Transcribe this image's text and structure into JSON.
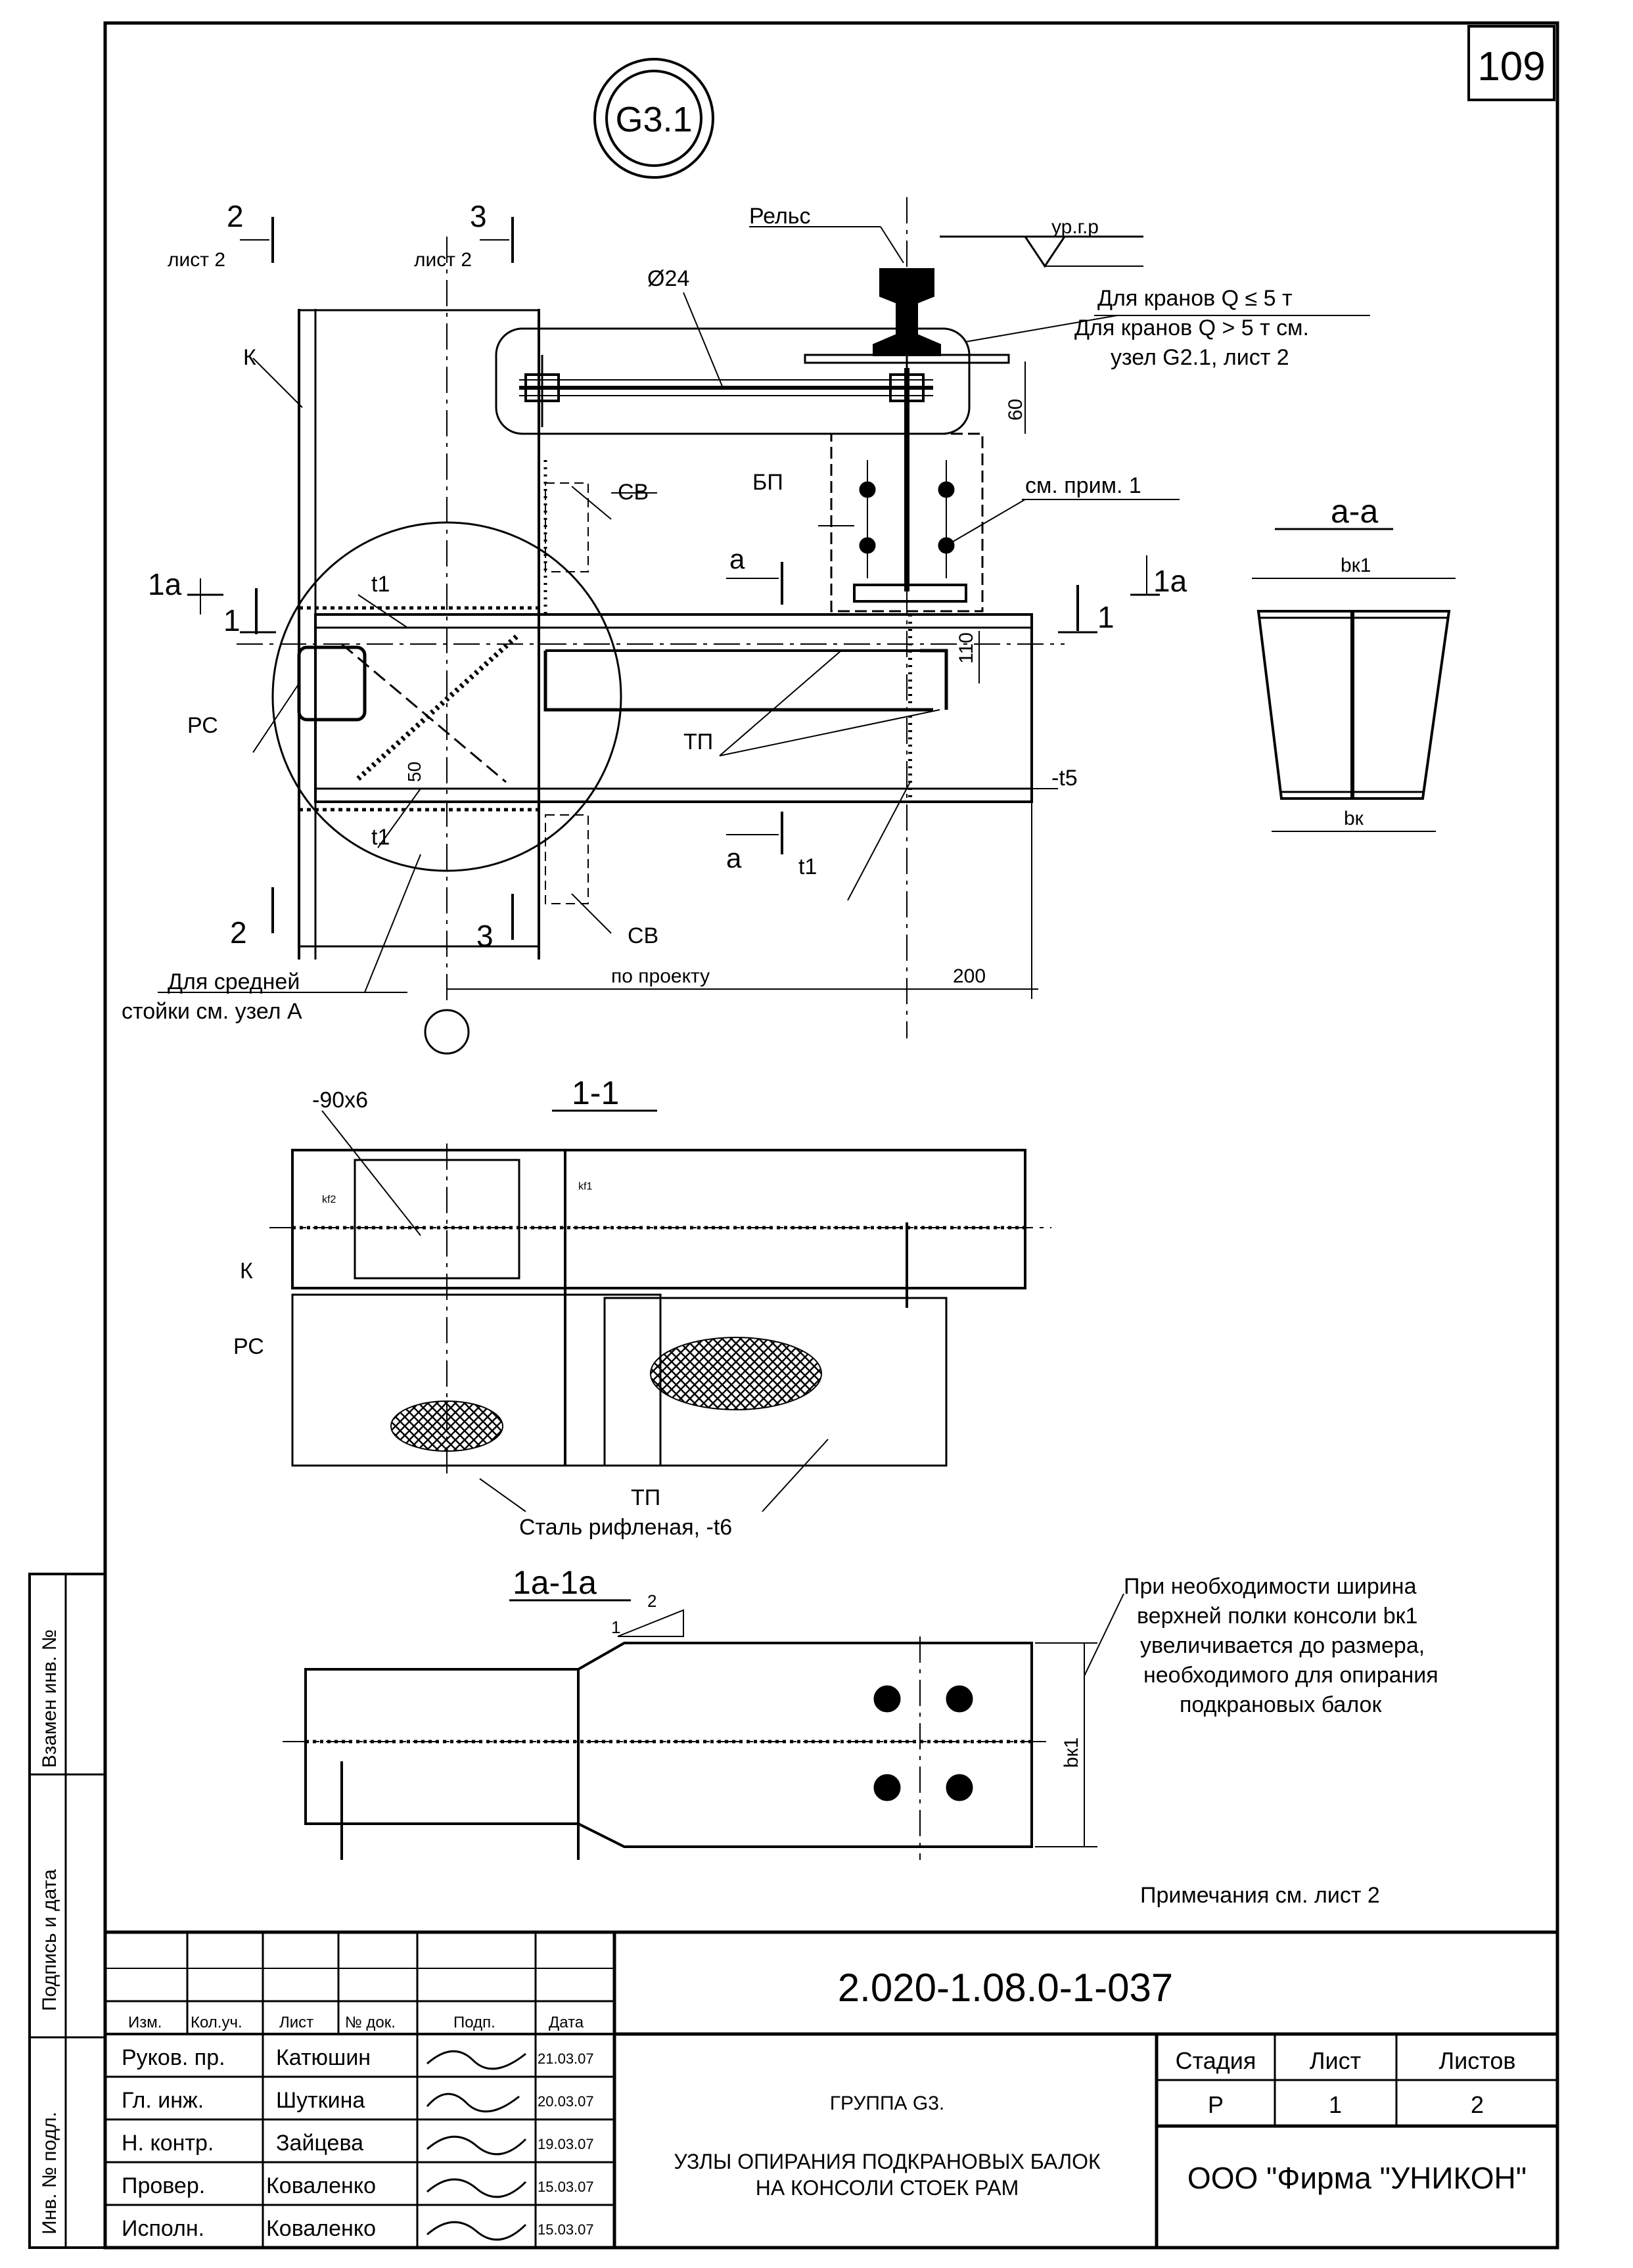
{
  "sheet": {
    "page_number": "109",
    "node_mark": "G3.1",
    "document_code": "2.020-1.08.0-1-037",
    "notes_ref": "Примечания см. лист 2"
  },
  "main_view": {
    "rail_label": "Рельс",
    "rail_level": "ур.г.р",
    "bolt_diameter": "Ø24",
    "crane_note_1": "Для кранов Q ≤ 5 т",
    "crane_note_2": "Для кранов Q > 5 т см.",
    "crane_note_3": "узел G2.1, лист 2",
    "dim_60": "60",
    "dim_110": "110",
    "dim_50": "50",
    "dim_200": "200",
    "dim_project": "по проекту",
    "label_K": "К",
    "label_SV_top": "СВ",
    "label_SV_bottom": "СВ",
    "label_BP": "БП",
    "label_see_note": "см. прим. 1",
    "label_t1_top": "t1",
    "label_t1_mid": "t1",
    "label_t1_bottom": "t1",
    "label_RS": "РС",
    "label_TP": "ТП",
    "label_t5": "-t5",
    "section_a_top": "а",
    "section_a_bottom": "а",
    "section_2_top": "2",
    "section_2_sheet": "лист 2",
    "section_3_top": "3",
    "section_3_sheet": "лист 2",
    "section_1a_left": "1а",
    "section_1_left": "1",
    "section_1_right": "1",
    "section_1a_right": "1а",
    "section_2_bottom": "2",
    "section_3_bottom": "3",
    "middle_post_1": "Для средней",
    "middle_post_2": "стойки  см. узел А"
  },
  "section_aa": {
    "title": "а-а",
    "dim_bk1": "bк1",
    "dim_bk": "bк"
  },
  "section_11": {
    "title": "1-1",
    "plate": "-90х6",
    "label_K": "К",
    "label_RS": "РС",
    "label_TP": "ТП",
    "label_steel": "Сталь рифленая, -t6",
    "weld_k1": "kf1",
    "weld_k2": "kf2"
  },
  "section_1a1a": {
    "title": "1а-1а",
    "slope_1": "1",
    "slope_2": "2",
    "dim_bk1": "bк1",
    "note_line_1": "При   необходимости ширина",
    "note_line_2": "верхней полки консоли bк1",
    "note_line_3": "увеличивается до размера,",
    "note_line_4": "необходимого для опирания",
    "note_line_5": "подкрановых балок"
  },
  "side_stamp": {
    "replace_inv": "Взамен инв. №",
    "sign_date": "Подпись и дата",
    "inv_orig": "Инв. № подл."
  },
  "title_block": {
    "headers": [
      "Изм.",
      "Кол.уч.",
      "Лист",
      "№ док.",
      "Подп.",
      "Дата"
    ],
    "rows": [
      {
        "role": "Руков. пр.",
        "name": "Катюшин",
        "date": "21.03.07"
      },
      {
        "role": "Гл. инж.",
        "name": "Шуткина",
        "date": "20.03.07"
      },
      {
        "role": "Н. контр.",
        "name": "Зайцева",
        "date": "19.03.07"
      },
      {
        "role": "Провер.",
        "name": "Коваленко",
        "date": "15.03.07"
      },
      {
        "role": "Исполн.",
        "name": "Коваленко",
        "date": "15.03.07"
      }
    ],
    "group": "ГРУППА G3.",
    "title_line_1": "УЗЛЫ ОПИРАНИЯ ПОДКРАНОВЫХ БАЛОК",
    "title_line_2": "НА КОНСОЛИ СТОЕК РАМ",
    "stage_label": "Стадия",
    "sheet_label": "Лист",
    "sheets_label": "Листов",
    "stage_value": "Р",
    "sheet_value": "1",
    "sheets_value": "2",
    "company": "ООО  \"Фирма \"УНИКОН\""
  }
}
